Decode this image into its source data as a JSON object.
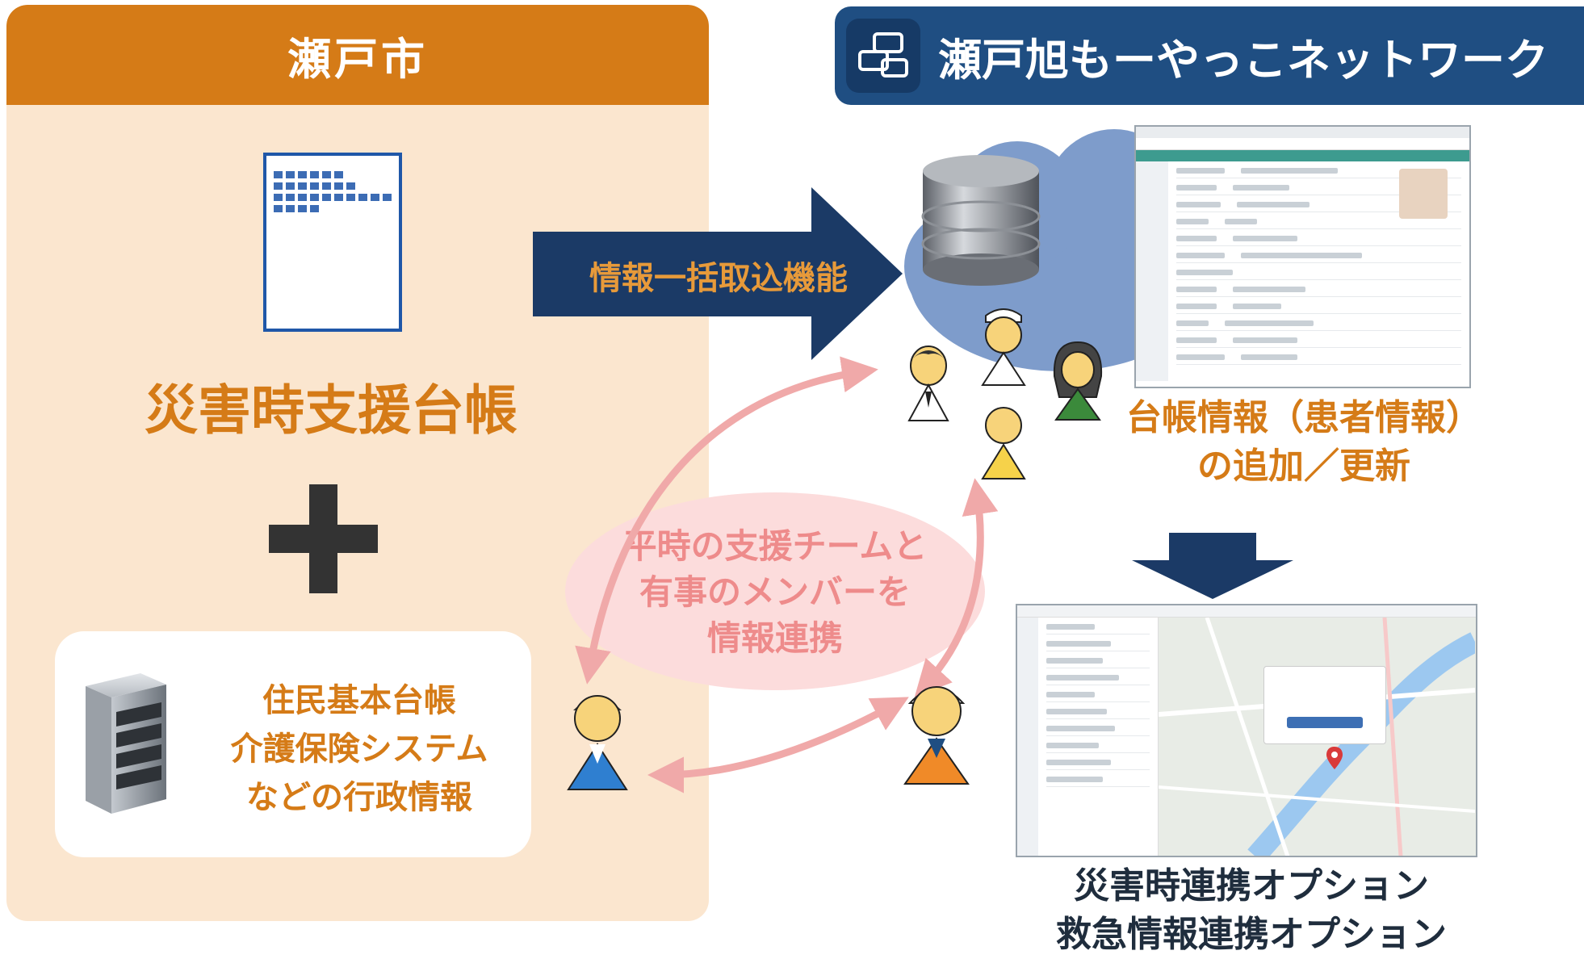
{
  "left_panel": {
    "title": "瀬戸市",
    "ledger_title": "災害時支援台帳",
    "admin_lines": [
      "住民基本台帳",
      "介護保険システム",
      "などの行政情報"
    ]
  },
  "right_panel": {
    "title": "瀬戸旭もーやっこネットワーク"
  },
  "arrow_label": "情報一括取込機能",
  "ellipse_lines": [
    "平時の支援チームと",
    "有事のメンバーを",
    "情報連携"
  ],
  "ledger_info_lines": [
    "台帳情報（患者情報）",
    "の追加／更新"
  ],
  "option_lines": [
    "災害時連携オプション",
    "救急情報連携オプション"
  ],
  "colors": {
    "orange_primary": "#d57b17",
    "navy_primary": "#1f4e82",
    "arrow_navy": "#1b3a66",
    "panel_bg": "#fbe6cf",
    "pink_arrow": "#f0a9a9",
    "ellipse_bg": "#fcdcdc"
  },
  "icons": [
    "document-icon",
    "plus-icon",
    "server-rack-icon",
    "database-icon",
    "cloud-icon",
    "chat-network-icon",
    "person-icon",
    "nurse-icon",
    "map-pin-icon"
  ]
}
